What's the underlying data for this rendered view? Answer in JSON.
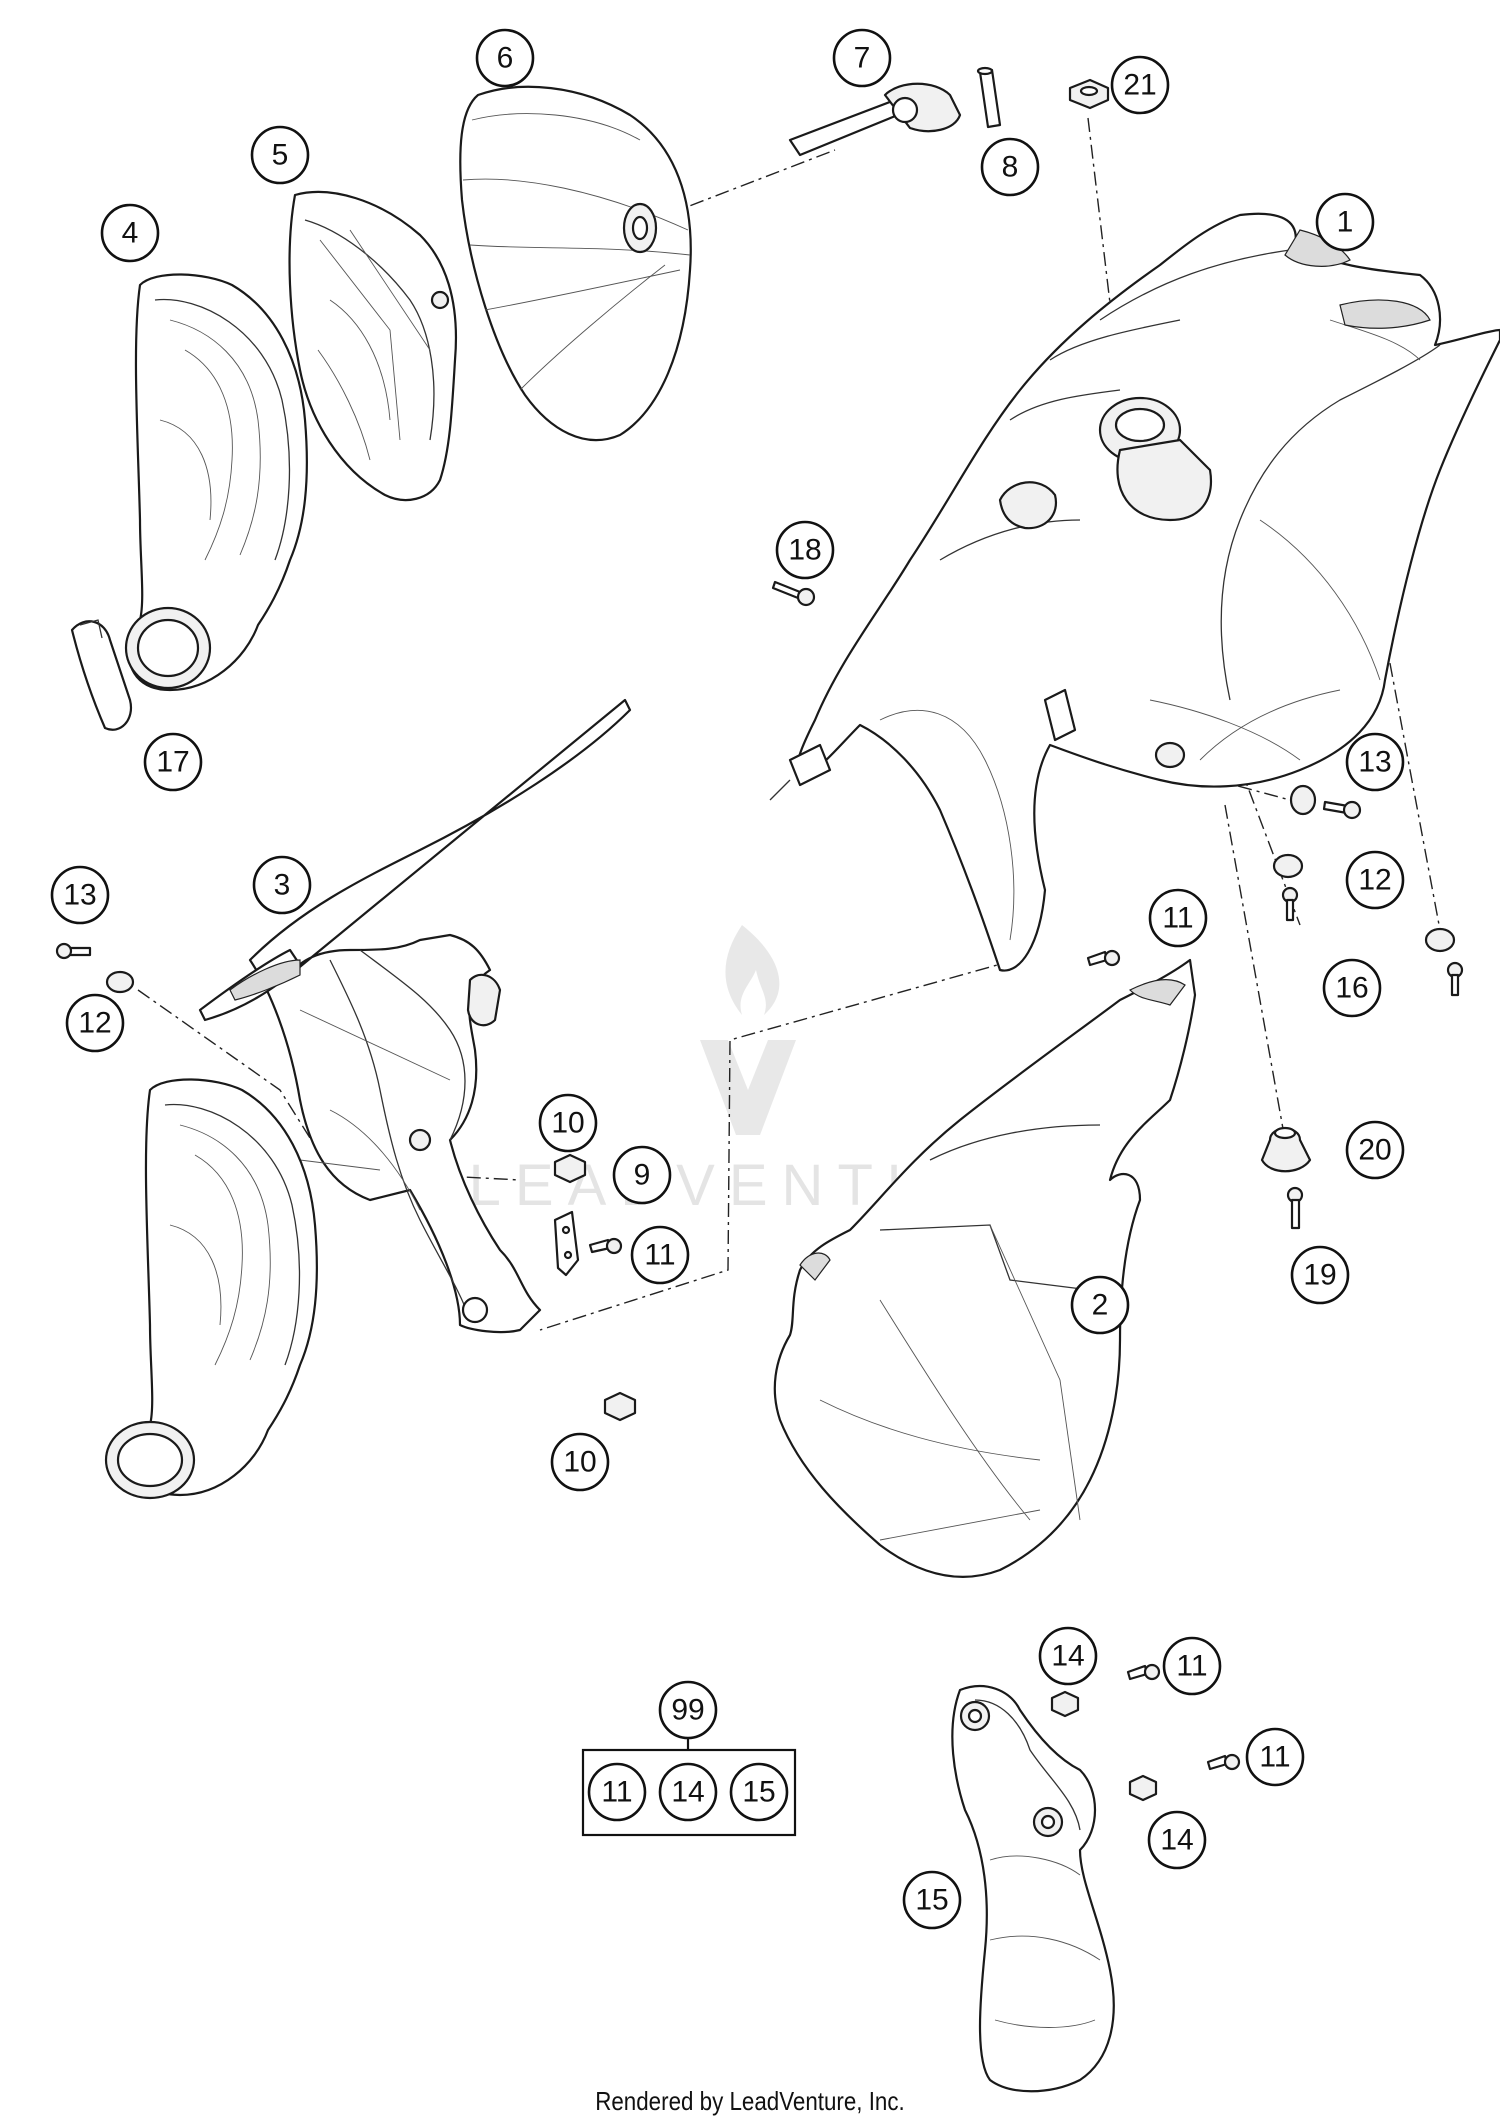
{
  "diagram": {
    "footer_credit": "Rendered by LeadVenture, Inc.",
    "watermark_text": "LEADVENTURE",
    "part_numbers": [
      "1",
      "2",
      "3",
      "4",
      "5",
      "6",
      "7",
      "8",
      "9",
      "10",
      "11",
      "12",
      "13",
      "14",
      "15",
      "16",
      "17",
      "18",
      "19",
      "20",
      "21"
    ],
    "callouts": [
      "6",
      "7",
      "21",
      "8",
      "5",
      "4",
      "1",
      "18",
      "17",
      "13",
      "3",
      "13",
      "12",
      "11",
      "12",
      "16",
      "10",
      "9",
      "11",
      "20",
      "19",
      "2",
      "10",
      "14",
      "11",
      "99",
      "11",
      "14",
      "15",
      "14",
      "15",
      "11"
    ],
    "kit": {
      "label": "99",
      "contents": [
        "11",
        "14",
        "15"
      ]
    }
  }
}
